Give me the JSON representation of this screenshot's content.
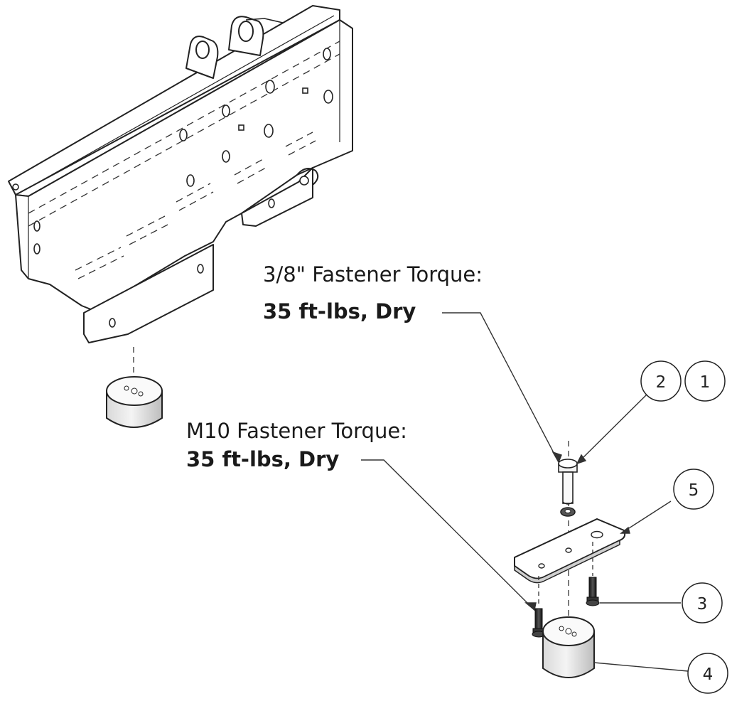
{
  "callouts": {
    "upper": {
      "title": "3/8\" Fastener Torque:",
      "spec": "35 ft-lbs, Dry"
    },
    "lower": {
      "title": "M10 Fastener Torque:",
      "spec": "35 ft-lbs, Dry"
    }
  },
  "balloons": {
    "b1": "1",
    "b2": "2",
    "b3": "3",
    "b4": "4",
    "b5": "5"
  }
}
